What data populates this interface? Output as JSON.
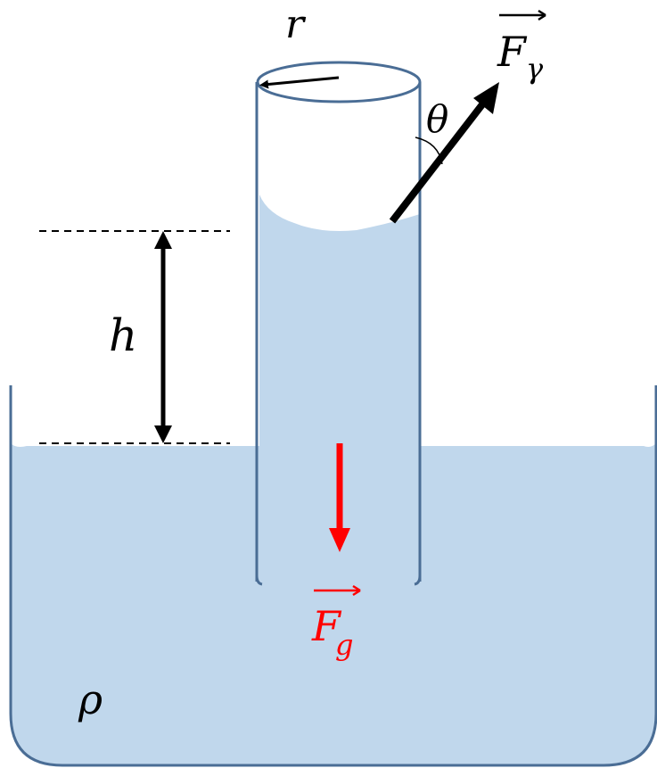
{
  "labels": {
    "radius": "r",
    "height": "h",
    "angle": "θ",
    "density": "ρ",
    "surface_force": {
      "base": "F",
      "subscript": "γ"
    },
    "gravity_force": {
      "base": "F",
      "subscript": "g"
    }
  },
  "colors": {
    "liquid": "#c0d7ec",
    "container_outline": "#4a6d95",
    "tube_outline": "#4a6d95",
    "force_surface": "#000000",
    "force_gravity": "#ff0000",
    "dashed_line": "#000000"
  },
  "icons": {
    "arrow_head": "triangle-arrowhead",
    "vector_over_arrow": "right-arrow-overline"
  }
}
